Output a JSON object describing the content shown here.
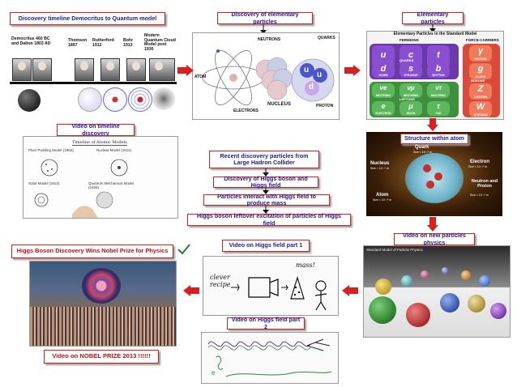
{
  "boxes": {
    "timeline": "Discovery timeline Democritus to Quantum model",
    "elementary_discovery": "Discovery of elementary particles",
    "elementary": "Elementary particles",
    "video_timeline": "Video on timeline discovery",
    "recent": "Recent discovery particles from Large Hadron Collider",
    "higgs_discovery": "Discovery of Higgs boson and Higgs field",
    "interact": "Particles interact with Higgs field to produce mass",
    "leftover": "Higgs boson leftover excitation of particles of Higgs field",
    "structure": "Structure within atom",
    "video_new": "Video on new particles physics",
    "higgs_video1": "Video on Higgs field part 1",
    "higgs_video2": "Video on Higgs field part 2",
    "nobel": "Higgs Boson Discovery Wins Nobel Prize for Physics",
    "nobel_video": "Video on NOBEL PRIZE 2013  !!!!!!"
  },
  "timeline": {
    "labels": [
      "Democritus 460 BC and Dalton 1803 AD",
      "Thomson 1897",
      "Rutherford 1912",
      "Bohr 1913",
      "Modern Quantum Cloud Model post 1930"
    ]
  },
  "atom_diagram": {
    "labels": [
      "ATOM",
      "NEUTRONS",
      "QUARKS",
      "NUCLEUS",
      "PROTON",
      "ELECTRONS"
    ],
    "quarks": [
      "u",
      "u",
      "d"
    ]
  },
  "standard_model": {
    "title": "Elementary Particles in the Standard Model",
    "fermions": "FERMIONS",
    "carriers": "FORCE-CARRIERS",
    "quarks_label": "QUARKS",
    "leptons_label": "LEPTONS",
    "bosons_label": "BOSONS",
    "quarks": [
      {
        "s": "u",
        "n": "UP"
      },
      {
        "s": "c",
        "n": "CHARM"
      },
      {
        "s": "t",
        "n": "TOP"
      },
      {
        "s": "d",
        "n": "DOWN"
      },
      {
        "s": "s",
        "n": "STRANGE"
      },
      {
        "s": "b",
        "n": "BOTTOM"
      }
    ],
    "leptons": [
      {
        "s": "νe",
        "n": "NEUTRINO"
      },
      {
        "s": "νμ",
        "n": "NEUTRINO"
      },
      {
        "s": "ντ",
        "n": "NEUTRINO"
      },
      {
        "s": "e",
        "n": "ELECTRON"
      },
      {
        "s": "μ",
        "n": "MUON"
      },
      {
        "s": "τ",
        "n": "TAU"
      }
    ],
    "bosons": [
      {
        "s": "γ",
        "n": "PHOTON"
      },
      {
        "s": "g",
        "n": "GLUON"
      },
      {
        "s": "Z",
        "n": "Z BOSON"
      },
      {
        "s": "W",
        "n": "W BOSON"
      }
    ]
  },
  "structure_atom": {
    "quark": "Quark",
    "quark_size": "Size < 10⁻¹⁸ m",
    "nucleus": "Nucleus",
    "nucleus_size": "Size = 10⁻¹⁴ m",
    "electron": "Electron",
    "electron_size": "Size < 10⁻¹⁸ m",
    "neutron": "Neutron and Proton",
    "neutron_size": "Size = 10⁻¹⁵ m",
    "atom": "Atom",
    "atom_size": "Size = 10⁻¹⁰ m"
  },
  "whiteboard": {
    "title": "Timeline of Atomic Models",
    "items": [
      "Plum Pudding Model (1904)",
      "Nuclear Model (1911)",
      "Solar Model (1913)",
      "Quantum Mechanical Model (1926)"
    ],
    "sketch1_words": [
      "clever recipe",
      "mass!"
    ]
  },
  "video_new": {
    "title": "Standard Model of Particle Physics"
  }
}
